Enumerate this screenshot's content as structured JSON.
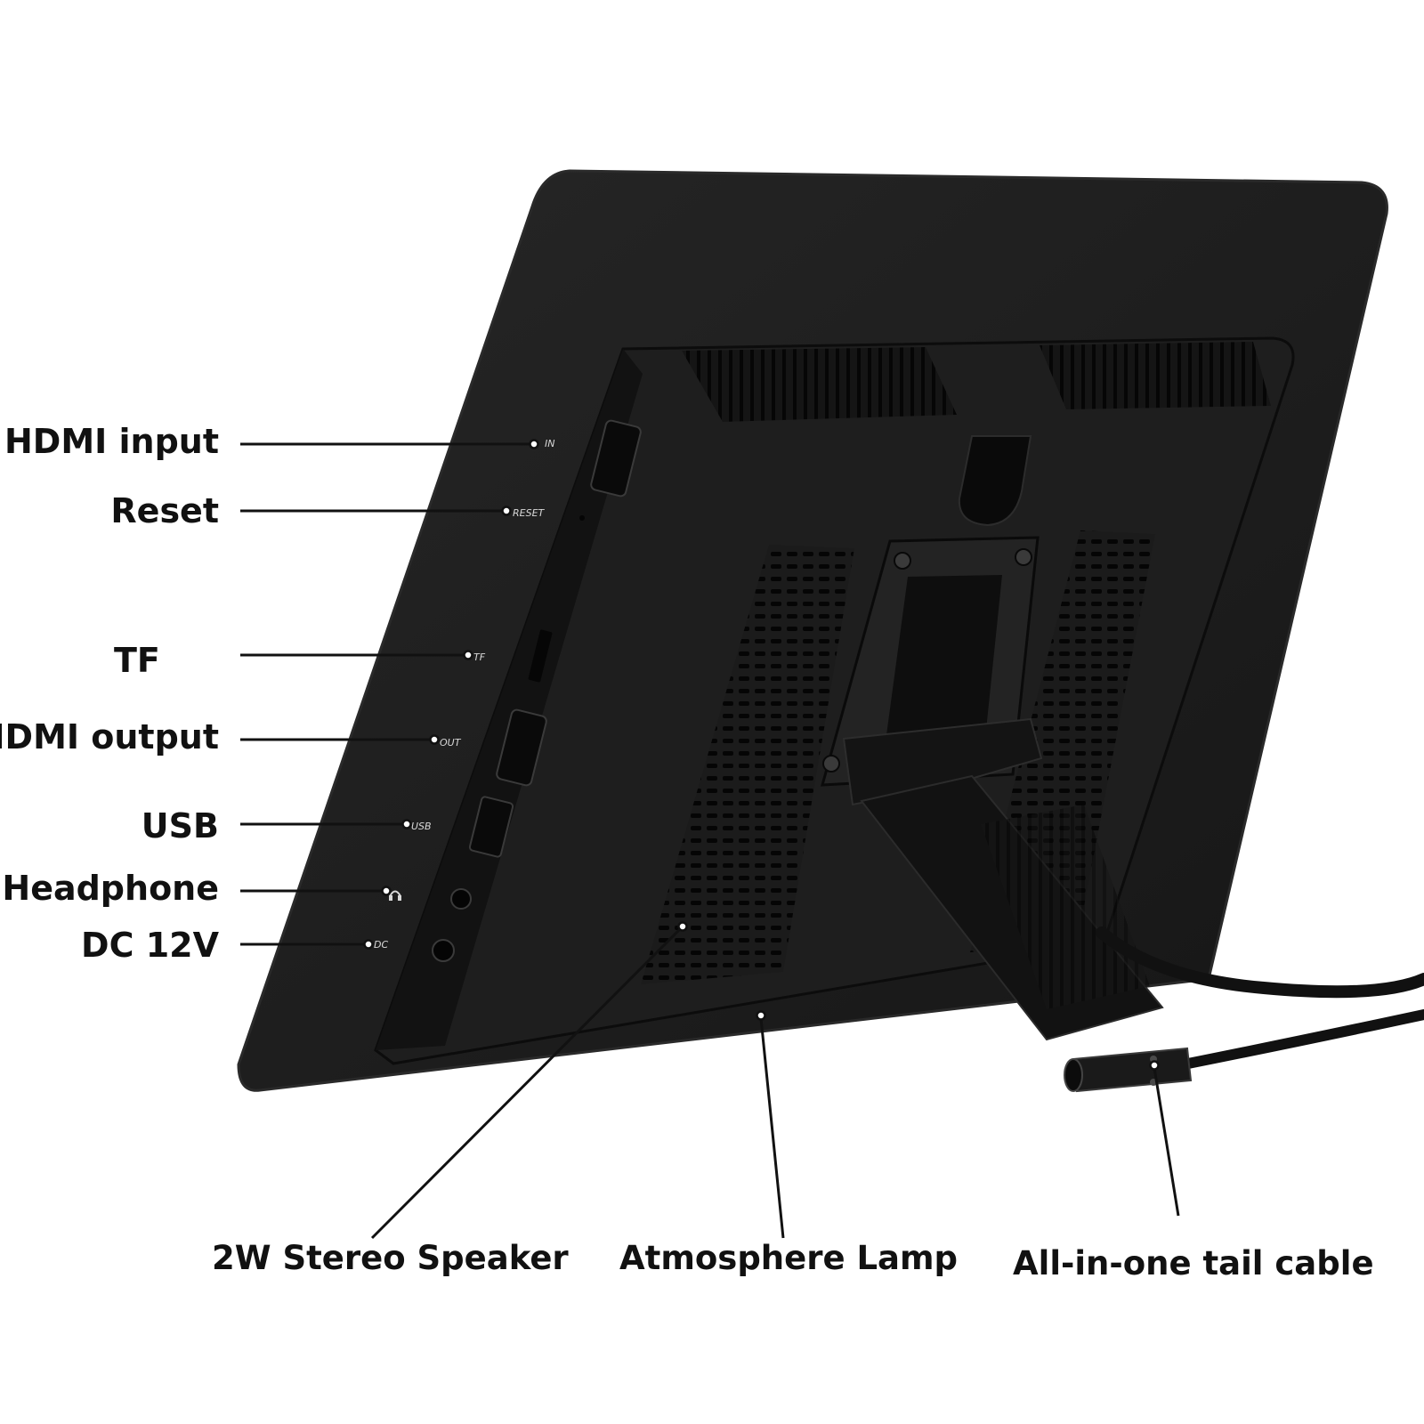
{
  "colors": {
    "background": "#ffffff",
    "label_text": "#111111",
    "device_body": "#1c1c1c",
    "device_edge": "#2a2a2a",
    "leader_line": "#111111",
    "port_tag_text": "#d8d8d8"
  },
  "callouts": {
    "hdmi_input": "HDMI input",
    "reset": "Reset",
    "tf": "TF",
    "hdmi_output": "HDMI output",
    "usb": "USB",
    "headphone": "Headphone",
    "dc_12v": "DC 12V",
    "stereo_speaker": "2W Stereo Speaker",
    "atmosphere_lamp": "Atmosphere Lamp",
    "tail_cable": "All-in-one tail cable"
  },
  "port_tags": {
    "in": "IN",
    "reset": "RESET",
    "tf": "TF",
    "out": "OUT",
    "usb": "USB",
    "dc": "DC"
  }
}
